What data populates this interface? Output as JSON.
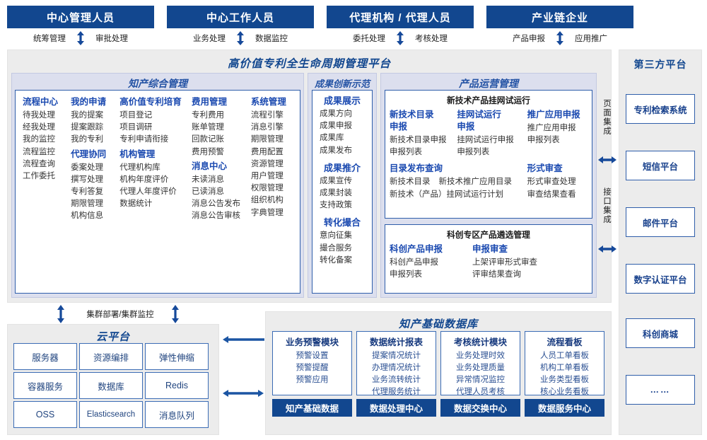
{
  "roles": [
    {
      "title": "中心管理人员",
      "left": "统筹管理",
      "right": "审批处理"
    },
    {
      "title": "中心工作人员",
      "left": "业务处理",
      "right": "数据监控"
    },
    {
      "title": "代理机构 / 代理人员",
      "left": "委托处理",
      "right": "考核处理"
    },
    {
      "title": "产业链企业",
      "left": "产品申报",
      "right": "应用推广"
    }
  ],
  "platform": {
    "title": "高价值专利全生命周期管理平台",
    "sections": {
      "zhichan": {
        "title": "知产综合管理",
        "columns": [
          {
            "groups": [
              {
                "head": "流程中心",
                "items": [
                  "待我处理",
                  "经我处理",
                  "我的监控",
                  "流程监控",
                  "流程查询",
                  "工作委托"
                ]
              }
            ]
          },
          {
            "groups": [
              {
                "head": "我的申请",
                "items": [
                  "我的提案",
                  "提案跟踪",
                  "我的专利"
                ]
              },
              {
                "head": "代理协同",
                "items": [
                  "委案处理",
                  "撰写处理",
                  "专利答复",
                  "期限管理",
                  "机构信息"
                ]
              }
            ]
          },
          {
            "groups": [
              {
                "head": "高价值专利培育",
                "items": [
                  "项目登记",
                  "项目调研",
                  "专利申请衔接"
                ]
              },
              {
                "head": "机构管理",
                "items": [
                  "代理机构库",
                  "机构年度评价",
                  "代理人年度评价",
                  "数据统计"
                ]
              }
            ]
          },
          {
            "groups": [
              {
                "head": "费用管理",
                "items": [
                  "专利费用",
                  "账单管理",
                  "回款记账",
                  "费用预警"
                ]
              },
              {
                "head": "消息中心",
                "items": [
                  "未读消息",
                  "已读消息",
                  "消息公告发布",
                  "消息公告审核"
                ]
              }
            ]
          },
          {
            "groups": [
              {
                "head": "系统管理",
                "items": [
                  "流程引擎",
                  "消息引擎",
                  "期限管理",
                  "费用配置",
                  "资源管理",
                  "用户管理",
                  "权限管理",
                  "组织机构",
                  "字典管理"
                ]
              }
            ]
          }
        ]
      },
      "chengguo": {
        "title": "成果创新示范",
        "groups": [
          {
            "head": "成果展示",
            "items": [
              "成果方向",
              "成果申报",
              "成果库",
              "成果发布"
            ]
          },
          {
            "head": "成果推介",
            "items": [
              "成果宣传",
              "成果封装",
              "支持政策"
            ]
          },
          {
            "head": "转化撮合",
            "items": [
              "意向征集",
              "撮合服务",
              "转化备案"
            ]
          }
        ]
      },
      "chanpin": {
        "title": "产品运营管理",
        "card1": {
          "title": "新技术产品挂网试运行",
          "row1": [
            {
              "head": "新技术目录申报",
              "items": [
                "新技术目录申报",
                "申报列表"
              ]
            },
            {
              "head": "挂网试运行申报",
              "items": [
                "挂网试运行申报",
                "申报列表"
              ]
            },
            {
              "head": "推广应用申报",
              "items": [
                "推广应用申报",
                "申报列表"
              ]
            }
          ],
          "row2_left": {
            "head": "目录发布查询",
            "line1a": "新技术目录",
            "line1b": "新技术推广应用目录",
            "line2": "新技术（产品）挂网试运行计划"
          },
          "row2_right": {
            "head": "形式审查",
            "items": [
              "形式审查处理",
              "审查结果查看"
            ]
          }
        },
        "card2": {
          "title": "科创专区产品遴选管理",
          "cols": [
            {
              "head": "科创产品申报",
              "items": [
                "科创产品申报",
                "申报列表"
              ]
            },
            {
              "head": "申报审查",
              "items": [
                "上架评审形式审查",
                "评审结果查询"
              ]
            }
          ]
        }
      }
    }
  },
  "integration": {
    "page": "页面集成",
    "api": "接口集成"
  },
  "third_party": {
    "title": "第三方平台",
    "items": [
      "专利检索系统",
      "短信平台",
      "邮件平台",
      "数字认证平台",
      "科创商城",
      "……"
    ]
  },
  "cloud": {
    "cluster_label": "集群部署/集群监控",
    "title": "云平台",
    "cells": [
      "服务器",
      "资源编排",
      "弹性伸缩",
      "容器服务",
      "数据库",
      "Redis",
      "OSS",
      "Elasticsearch",
      "消息队列"
    ]
  },
  "database": {
    "title": "知产基础数据库",
    "modules": [
      {
        "head": "业务预警模块",
        "items": [
          "预警设置",
          "预警提醒",
          "预警应用"
        ],
        "bar": "知产基础数据"
      },
      {
        "head": "数据统计报表",
        "items": [
          "提案情况统计",
          "办理情况统计",
          "业务流转统计",
          "代理服务统计"
        ],
        "bar": "数据处理中心"
      },
      {
        "head": "考核统计模块",
        "items": [
          "业务处理时效",
          "业务处理质量",
          "异常情况监控",
          "代理人员考核"
        ],
        "bar": "数据交换中心"
      },
      {
        "head": "流程看板",
        "items": [
          "人员工单看板",
          "机构工单看板",
          "业务类型看板",
          "核心业务看板"
        ],
        "bar": "数据服务中心"
      }
    ]
  },
  "colors": {
    "brand_dark": "#12478f",
    "brand": "#2352a4",
    "panel_bg": "#ececec",
    "section_bg": "#dcdfee",
    "border": "#2f5eaa"
  }
}
